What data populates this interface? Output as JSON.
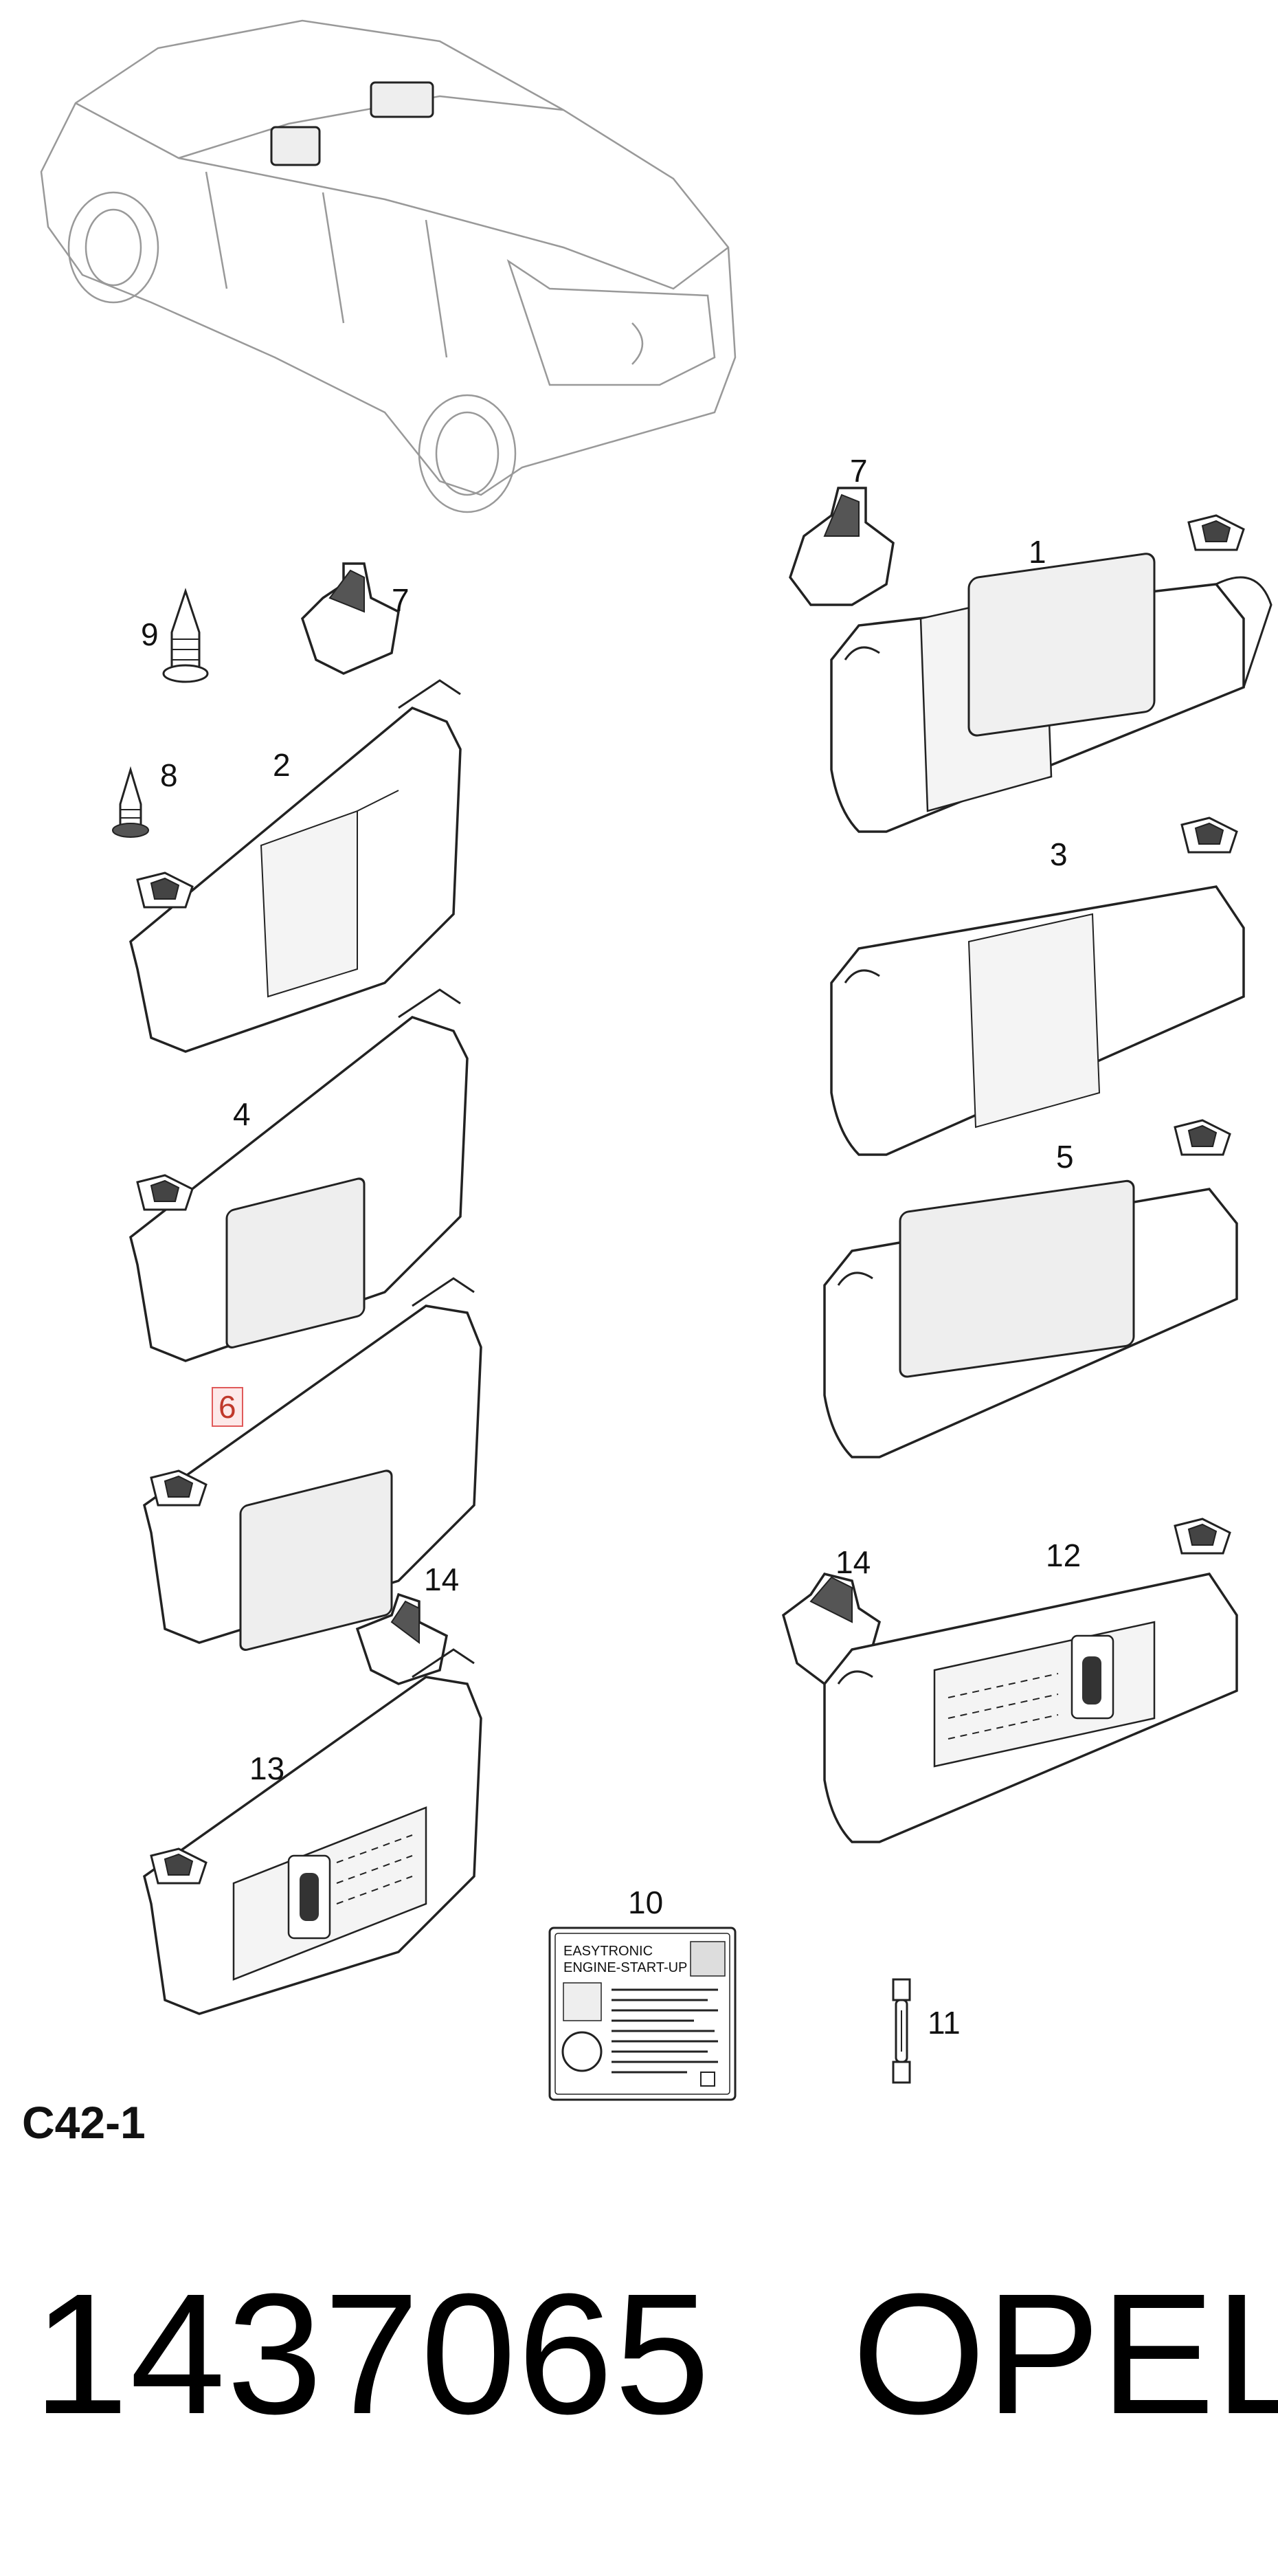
{
  "diagram": {
    "callouts": [
      {
        "id": "c7a",
        "text": "7"
      },
      {
        "id": "c1",
        "text": "1"
      },
      {
        "id": "c9",
        "text": "9"
      },
      {
        "id": "c7b",
        "text": "7"
      },
      {
        "id": "c8",
        "text": "8"
      },
      {
        "id": "c2",
        "text": "2"
      },
      {
        "id": "c3",
        "text": "3"
      },
      {
        "id": "c4",
        "text": "4"
      },
      {
        "id": "c5",
        "text": "5"
      },
      {
        "id": "c6",
        "text": "6"
      },
      {
        "id": "c14a",
        "text": "14"
      },
      {
        "id": "c14b",
        "text": "14"
      },
      {
        "id": "c12",
        "text": "12"
      },
      {
        "id": "c13",
        "text": "13"
      },
      {
        "id": "c10",
        "text": "10"
      },
      {
        "id": "c11",
        "text": "11"
      }
    ],
    "section_code": "C42-1",
    "label_line1": "EASYTRONIC",
    "label_line2": "ENGINE-START-UP",
    "part_number": "1437065",
    "brand": "OPEL"
  }
}
